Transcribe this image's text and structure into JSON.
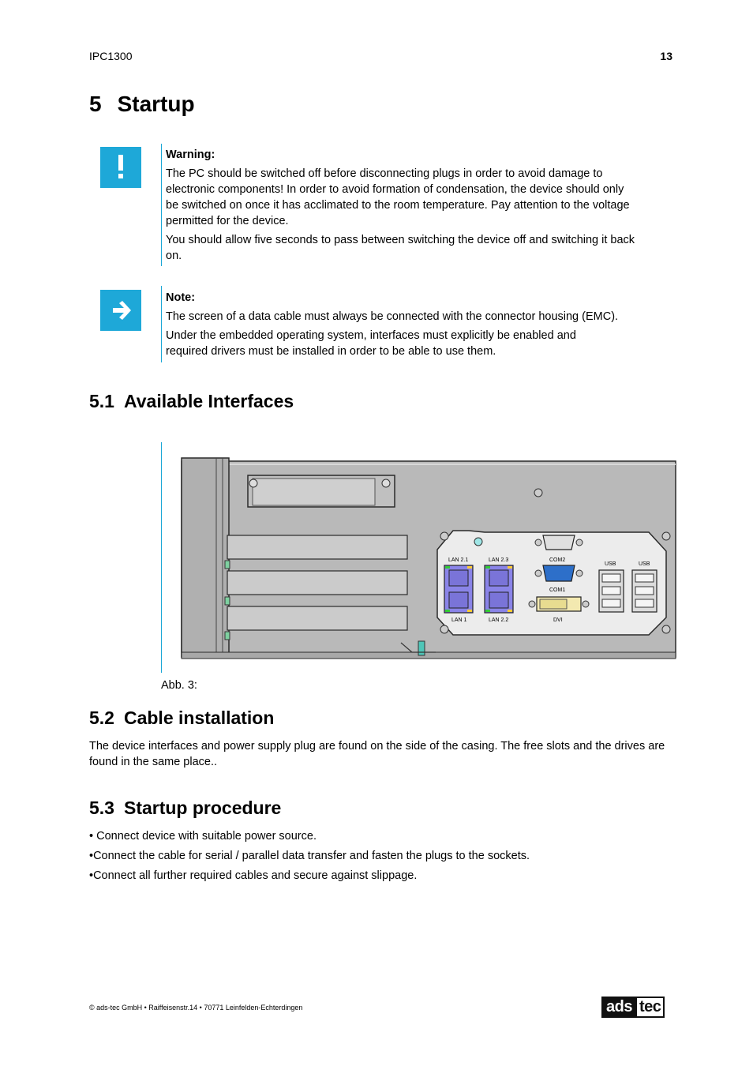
{
  "header": {
    "product": "IPC1300",
    "page_number": "13"
  },
  "chapter": {
    "number": "5",
    "title": "Startup"
  },
  "warning": {
    "icon": "exclamation-icon",
    "label": "Warning:",
    "paragraph1": "The PC should be switched off before disconnecting plugs in order to avoid damage to electronic components! In order to avoid formation of condensation, the device should only be switched on once it has acclimated to the room temperature. Pay attention to the voltage permitted for the device.",
    "paragraph2": "You should allow five seconds to pass between switching the device off and switching it back on."
  },
  "note": {
    "icon": "arrow-right-icon",
    "label": "Note:",
    "paragraph1": "The screen of a data cable must always be connected with the connector housing (EMC).",
    "paragraph2": "Under the embedded operating system, interfaces must explicitly be enabled and required drivers must be installed in order to be able to use them."
  },
  "section_5_1": {
    "number": "5.1",
    "title": "Available Interfaces",
    "figure_caption": "Abb. 3:",
    "port_labels": {
      "lan21": "LAN 2.1",
      "lan23": "LAN 2.3",
      "com2": "COM2",
      "com1": "COM1",
      "usb_a": "USB",
      "usb_b": "USB",
      "lan1": "LAN 1",
      "lan22": "LAN 2.2",
      "dvi": "DVI"
    }
  },
  "section_5_2": {
    "number": "5.2",
    "title": "Cable installation",
    "text": "The device interfaces and power supply plug are found on the side of the casing. The free slots and the drives are found in the same place.."
  },
  "section_5_3": {
    "number": "5.3",
    "title": "Startup procedure",
    "items": [
      "• Connect device with suitable power source.",
      "•Connect the cable for serial / parallel data transfer and fasten the plugs to the sockets.",
      "•Connect all further required cables and secure against slippage."
    ]
  },
  "footer": {
    "address": "© ads-tec GmbH • Raiffeisenstr.14 • 70771 Leinfelden-Echterdingen",
    "logo_part1": "ads",
    "logo_part2": "tec"
  },
  "colors": {
    "accent": "#1ea8d8",
    "port_blue": "#8a84e8",
    "com_blue": "#2d6fc9"
  }
}
